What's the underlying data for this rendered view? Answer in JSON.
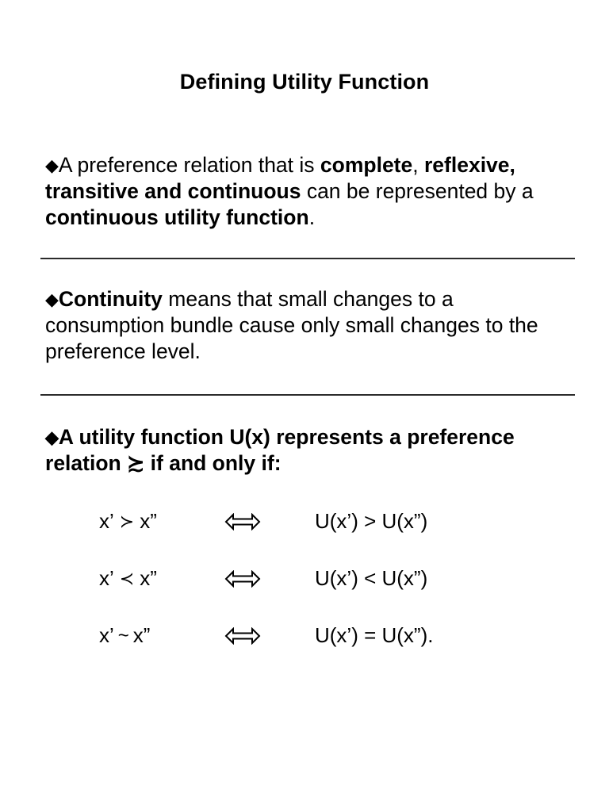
{
  "slide": {
    "title": "Defining Utility Function",
    "bullet_marker": "◆",
    "blocks": [
      {
        "id": "preference-relation-representation",
        "runs": [
          {
            "text": "A preference relation that is ",
            "bold": false
          },
          {
            "text": "complete",
            "bold": true
          },
          {
            "text": ", ",
            "bold": false
          },
          {
            "text": "reflexive, transitive and continuous",
            "bold": true
          },
          {
            "text": " can be represented by a ",
            "bold": false
          },
          {
            "text": "continuous utility function",
            "bold": true
          },
          {
            "text": ".",
            "bold": false
          }
        ]
      },
      {
        "id": "continuity-definition",
        "runs": [
          {
            "text": "Continuity",
            "bold": true
          },
          {
            "text": " means that small changes to a consumption bundle cause only small changes to the preference level.",
            "bold": false
          }
        ]
      },
      {
        "id": "utility-represents-preference",
        "runs": [
          {
            "text": "A utility function U(x) represents a preference relation ",
            "bold": true
          },
          {
            "text": "≿",
            "bold": true
          },
          {
            "text": " if and only if:",
            "bold": true
          }
        ]
      }
    ],
    "dividers": 2,
    "equivalences": [
      {
        "left_x1": "x’",
        "left_relation": "≻",
        "left_relation_name": "strictly-preferred",
        "left_x2": "x”",
        "arrow": "⇔",
        "right": "U(x’) > U(x”)"
      },
      {
        "left_x1": "x’",
        "left_relation": "≺",
        "left_relation_name": "strictly-less-preferred",
        "left_x2": "x”",
        "arrow": "⇔",
        "right": "U(x’) < U(x”)"
      },
      {
        "left_x1": "x’",
        "left_relation": "~",
        "left_relation_name": "indifferent",
        "left_x2": "x”",
        "arrow": "⇔",
        "right": "U(x’) = U(x”)."
      }
    ]
  },
  "colors": {
    "background": "#ffffff",
    "text": "#000000",
    "rule": "#2b2b2b"
  }
}
